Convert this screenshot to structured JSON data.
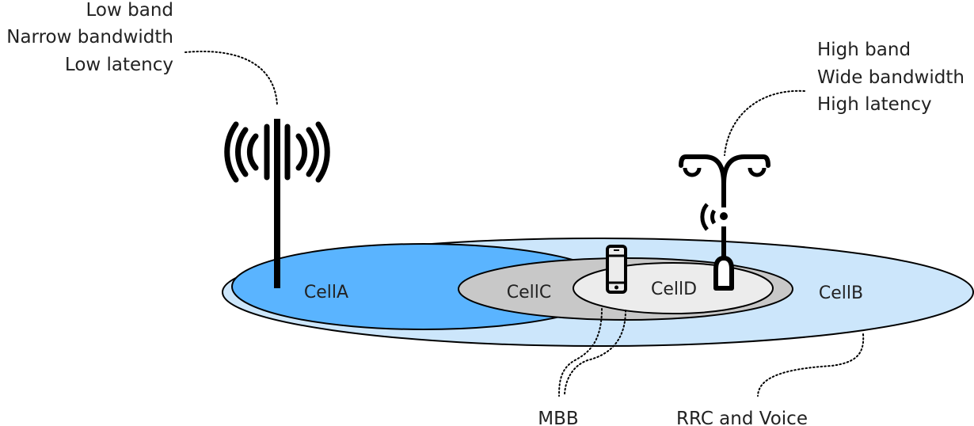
{
  "low_band_annotation": {
    "lines": [
      "Low band",
      "Narrow bandwidth",
      "Low latency"
    ]
  },
  "high_band_annotation": {
    "lines": [
      "High band",
      "Wide bandwidth",
      "High latency"
    ]
  },
  "cells": {
    "cell_a": "CellA",
    "cell_b": "CellB",
    "cell_c": "CellC",
    "cell_d": "CellD"
  },
  "bottom_labels": {
    "mbb": "MBB",
    "rrc_voice": "RRC and Voice"
  },
  "colors": {
    "cell_b_fill": "#cce6fb",
    "cell_a_fill": "#5ab4ff",
    "cell_c_fill": "#c8c8c8",
    "cell_d_fill": "#ececec",
    "outline": "#000000"
  },
  "icons": [
    "antenna-tower-icon",
    "streetlight-small-cell-icon",
    "smartphone-icon"
  ]
}
